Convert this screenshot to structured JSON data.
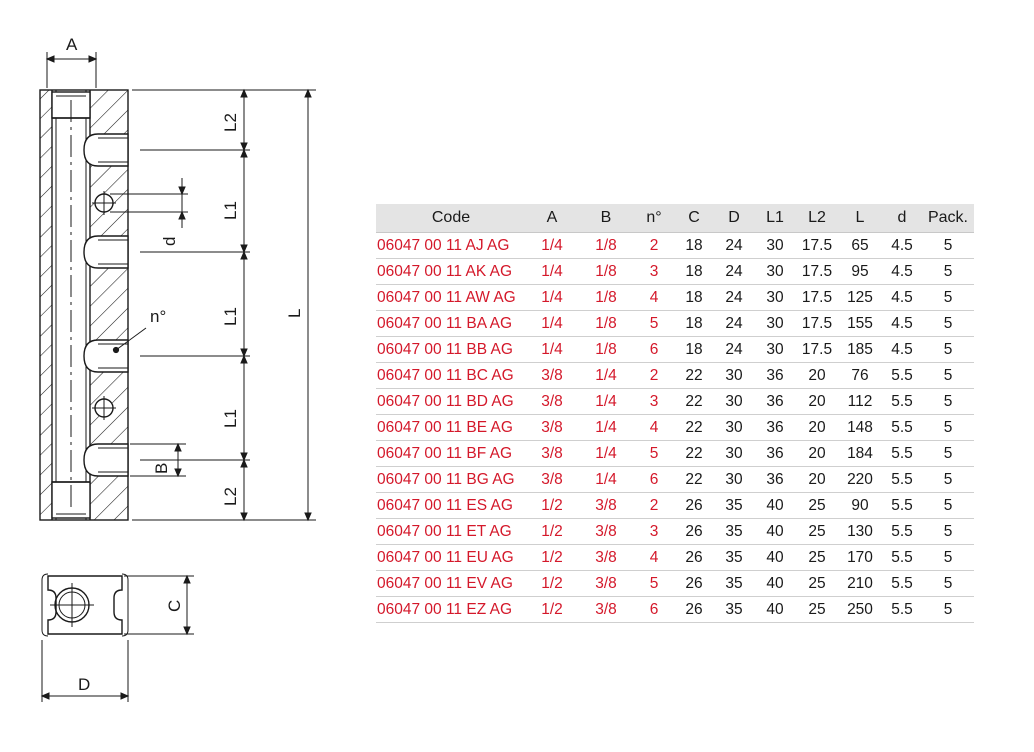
{
  "drawing": {
    "labels": {
      "A": "A",
      "L2_top": "L2",
      "L1_a": "L1",
      "d": "d",
      "n": "n°",
      "L1_b": "L1",
      "L": "L",
      "L1_c": "L1",
      "B": "B",
      "L2_bottom": "L2",
      "C": "C",
      "D": "D"
    }
  },
  "table": {
    "headers": [
      "Code",
      "A",
      "B",
      "n°",
      "C",
      "D",
      "L1",
      "L2",
      "L",
      "d",
      "Pack."
    ],
    "rows": [
      [
        "06047 00 11 AJ AG",
        "1/4",
        "1/8",
        "2",
        "18",
        "24",
        "30",
        "17.5",
        "65",
        "4.5",
        "5"
      ],
      [
        "06047 00 11 AK AG",
        "1/4",
        "1/8",
        "3",
        "18",
        "24",
        "30",
        "17.5",
        "95",
        "4.5",
        "5"
      ],
      [
        "06047 00 11 AW AG",
        "1/4",
        "1/8",
        "4",
        "18",
        "24",
        "30",
        "17.5",
        "125",
        "4.5",
        "5"
      ],
      [
        "06047 00 11 BA AG",
        "1/4",
        "1/8",
        "5",
        "18",
        "24",
        "30",
        "17.5",
        "155",
        "4.5",
        "5"
      ],
      [
        "06047 00 11 BB AG",
        "1/4",
        "1/8",
        "6",
        "18",
        "24",
        "30",
        "17.5",
        "185",
        "4.5",
        "5"
      ],
      [
        "06047 00 11 BC AG",
        "3/8",
        "1/4",
        "2",
        "22",
        "30",
        "36",
        "20",
        "76",
        "5.5",
        "5"
      ],
      [
        "06047 00 11 BD AG",
        "3/8",
        "1/4",
        "3",
        "22",
        "30",
        "36",
        "20",
        "112",
        "5.5",
        "5"
      ],
      [
        "06047 00 11 BE AG",
        "3/8",
        "1/4",
        "4",
        "22",
        "30",
        "36",
        "20",
        "148",
        "5.5",
        "5"
      ],
      [
        "06047 00 11 BF AG",
        "3/8",
        "1/4",
        "5",
        "22",
        "30",
        "36",
        "20",
        "184",
        "5.5",
        "5"
      ],
      [
        "06047 00 11 BG AG",
        "3/8",
        "1/4",
        "6",
        "22",
        "30",
        "36",
        "20",
        "220",
        "5.5",
        "5"
      ],
      [
        "06047 00 11 ES AG",
        "1/2",
        "3/8",
        "2",
        "26",
        "35",
        "40",
        "25",
        "90",
        "5.5",
        "5"
      ],
      [
        "06047 00 11 ET AG",
        "1/2",
        "3/8",
        "3",
        "26",
        "35",
        "40",
        "25",
        "130",
        "5.5",
        "5"
      ],
      [
        "06047 00 11 EU AG",
        "1/2",
        "3/8",
        "4",
        "26",
        "35",
        "40",
        "25",
        "170",
        "5.5",
        "5"
      ],
      [
        "06047 00 11 EV AG",
        "1/2",
        "3/8",
        "5",
        "26",
        "35",
        "40",
        "25",
        "210",
        "5.5",
        "5"
      ],
      [
        "06047 00 11 EZ AG",
        "1/2",
        "3/8",
        "6",
        "26",
        "35",
        "40",
        "25",
        "250",
        "5.5",
        "5"
      ]
    ]
  },
  "colors": {
    "accent_red": "#d4182a",
    "header_bg": "#e4e4e4",
    "line": "#1a1a1a"
  }
}
